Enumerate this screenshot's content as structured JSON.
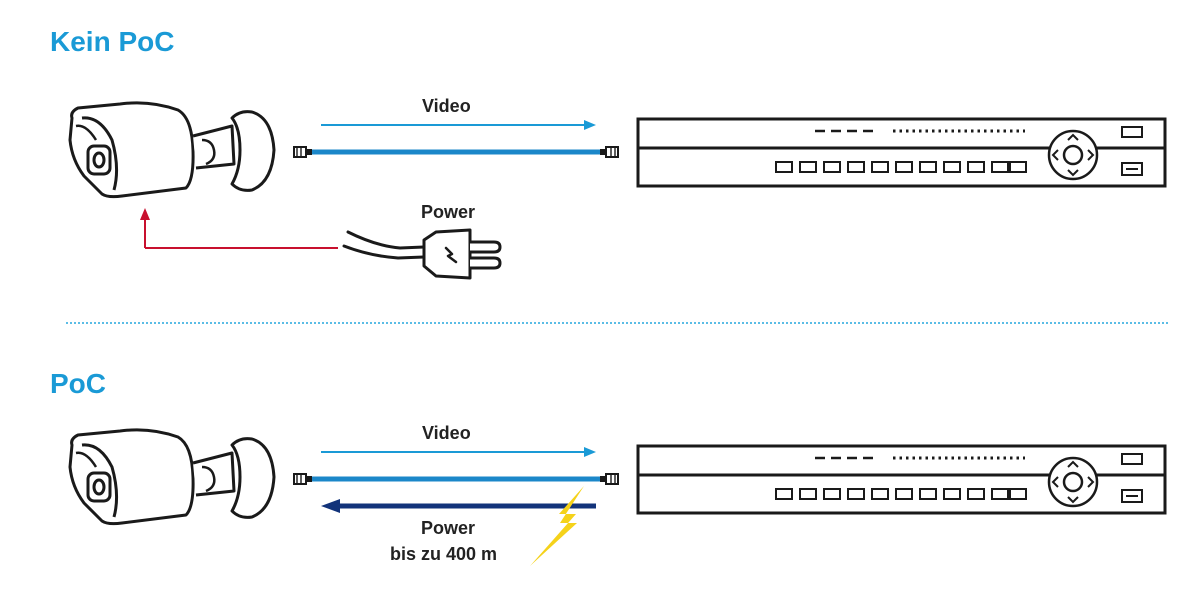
{
  "sections": {
    "no_poc": {
      "title": "Kein PoC",
      "video_label": "Video",
      "power_label": "Power"
    },
    "poc": {
      "title": "PoC",
      "video_label": "Video",
      "power_label": "Power",
      "distance_label": "bis zu 400 m"
    }
  },
  "colors": {
    "heading": "#1a9ad6",
    "video_arrow": "#1a9ad6",
    "cable": "#1b87c9",
    "power_wire": "#c8102e",
    "poc_power_arrow": "#12337a",
    "lightning": "#f5d21a",
    "divider": "#5bbde6"
  },
  "icons": [
    "camera-icon",
    "ethernet-plug-icon",
    "power-plug-icon",
    "nvr-recorder-icon",
    "lightning-bolt-icon"
  ]
}
